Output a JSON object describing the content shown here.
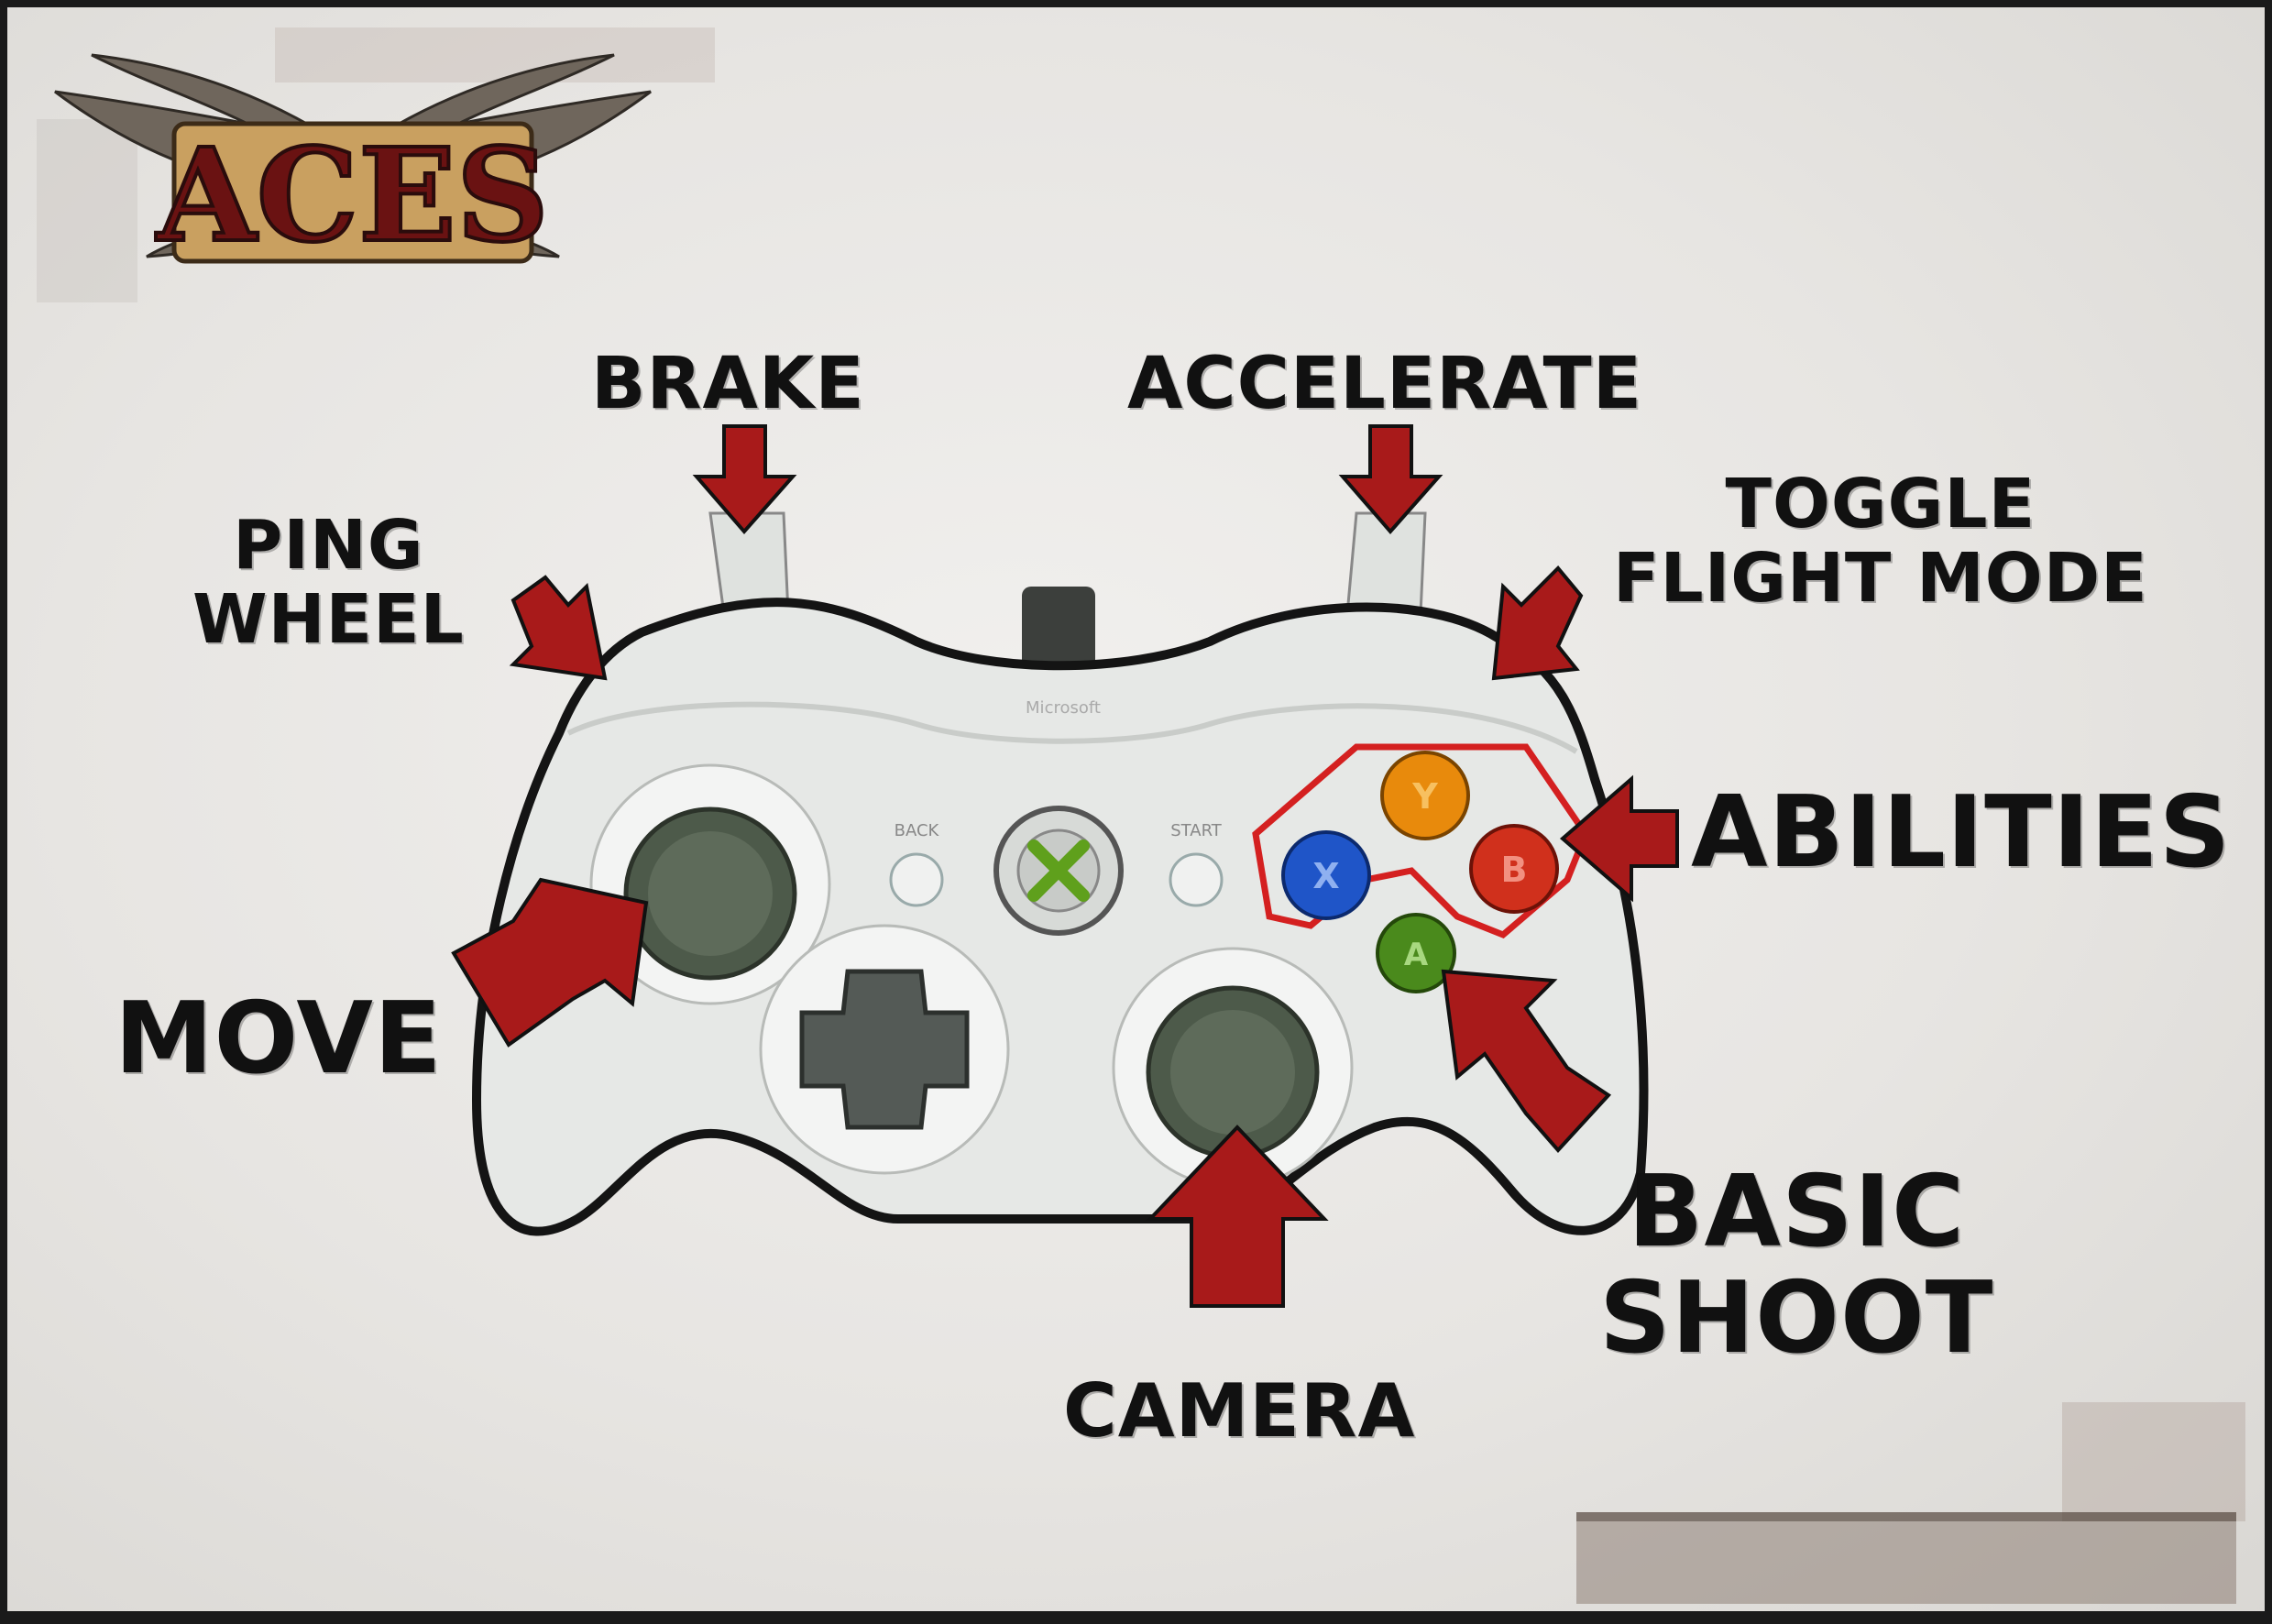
{
  "logo": {
    "text": "ACES"
  },
  "controls": {
    "brake": "BRAKE",
    "accelerate": "ACCELERATE",
    "ping_wheel": [
      "PING",
      "WHEEL"
    ],
    "toggle_flight_mode": [
      "TOGGLE",
      "FLIGHT MODE"
    ],
    "abilities": "ABILITIES",
    "move": "MOVE",
    "basic_shoot": [
      "BASIC",
      "SHOOT"
    ],
    "camera": "CAMERA"
  },
  "controller": {
    "face_buttons": {
      "y": "Y",
      "x": "X",
      "b": "B",
      "a": "A"
    },
    "back_label": "BACK",
    "start_label": "START",
    "brand": "Microsoft"
  },
  "colors": {
    "arrow": "#a81a1a",
    "highlight": "#d42020",
    "button_y": "#e88a0c",
    "button_x": "#1f55c8",
    "button_b": "#d0301c",
    "button_a": "#4a8a1c",
    "controller_body": "#e6e8e6",
    "stick": "#4d5a4a"
  }
}
